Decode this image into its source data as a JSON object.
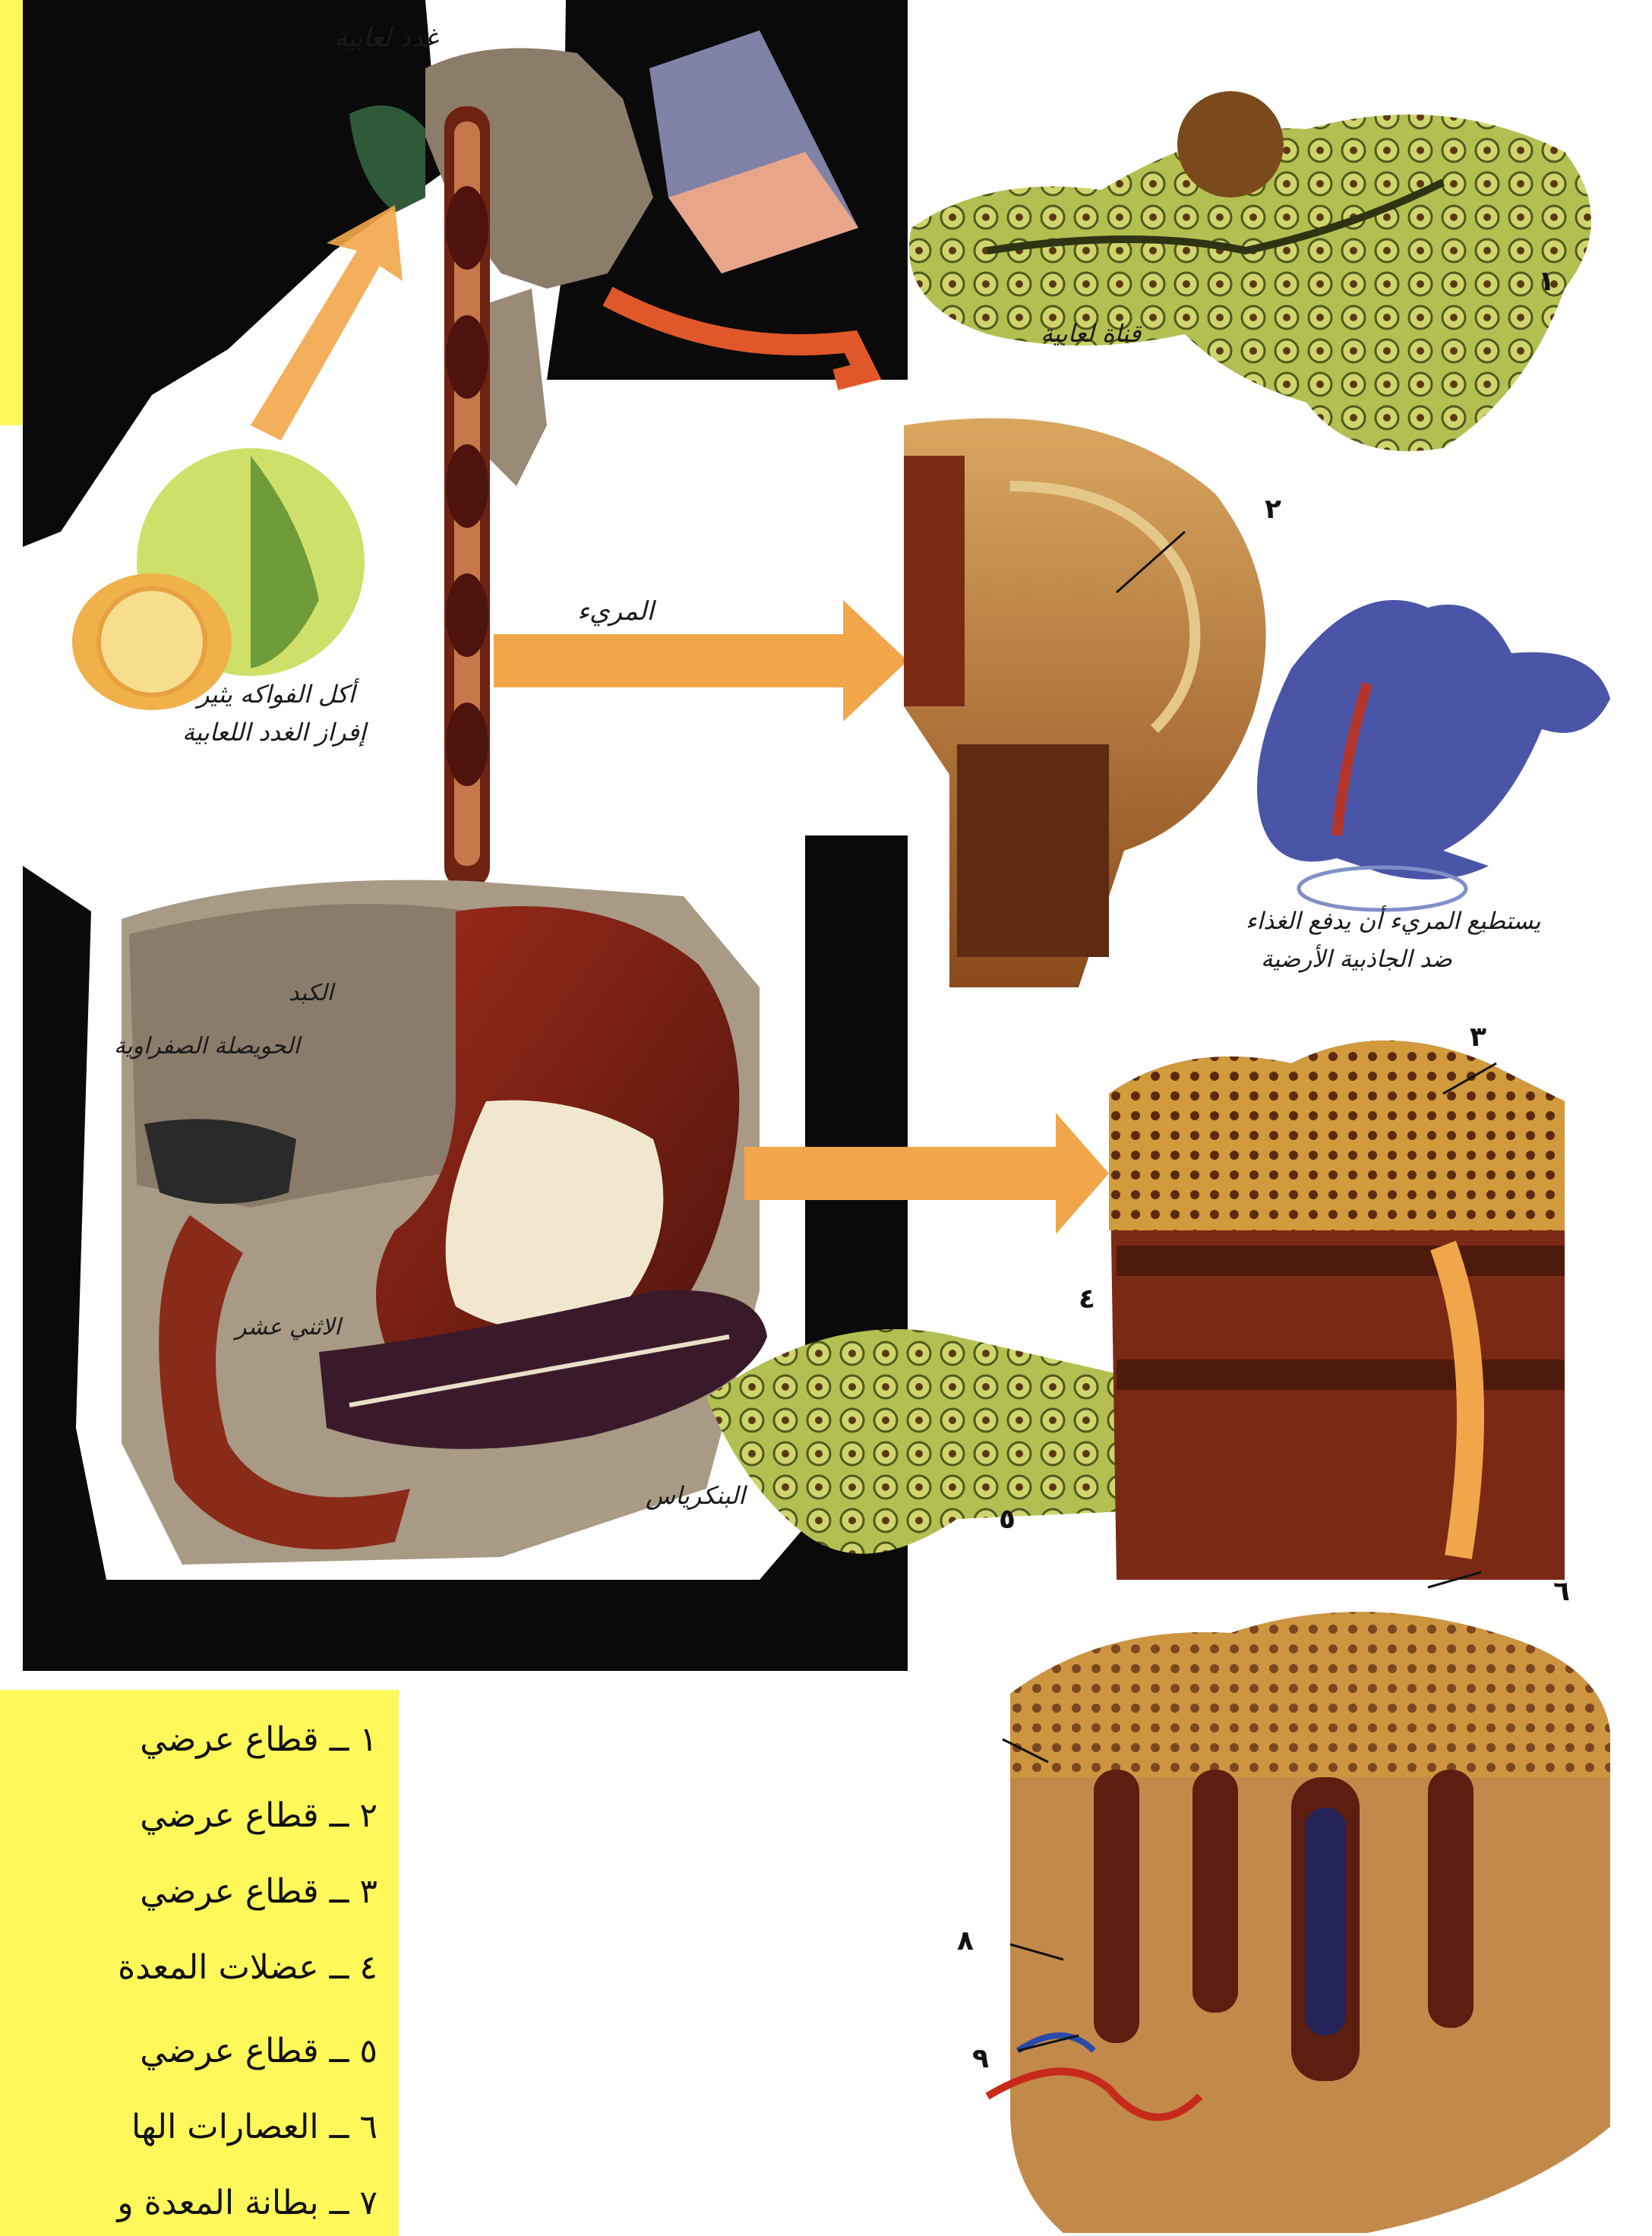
{
  "labels": {
    "salivary_glands": "غدد لعابية",
    "salivary_duct": "قناة لعابية",
    "esophagus": "المريء",
    "fruit_caption_1": "أكل الفواكه يثير",
    "fruit_caption_2": "إفراز الغدد اللعابية",
    "esophagus_caption_1": "يستطيع المريء أن يدفع الغذاء",
    "esophagus_caption_2": "ضد الجاذبية الأرضية",
    "liver": "الكبد",
    "gallbladder": "الحويصلة الصفراوية",
    "duodenum": "الاثني عشر",
    "pancreas": "البنكرياس"
  },
  "numbers": [
    "١",
    "٢",
    "٣",
    "٤",
    "٥",
    "٦",
    "٨",
    "٩"
  ],
  "legend": [
    "١ ــ قطاع عرضي",
    "٢ ــ قطاع عرضي",
    "٣ ــ قطاع عرضي",
    "٤ ــ عضلات المعدة",
    "٥ ــ قطاع عرضي",
    "٦ ــ العصارات الها",
    "٧ ــ بطانة المعدة و"
  ],
  "colors": {
    "legend_bg": "#fff85a",
    "black_panel": "#0a0a0a",
    "arrow_orange": "#f2a64a",
    "stomach_red": "#7a1f14",
    "tissue_tan": "#c48a3a",
    "gland_green": "#a9b64a",
    "figure_blue": "#4a55a8"
  }
}
